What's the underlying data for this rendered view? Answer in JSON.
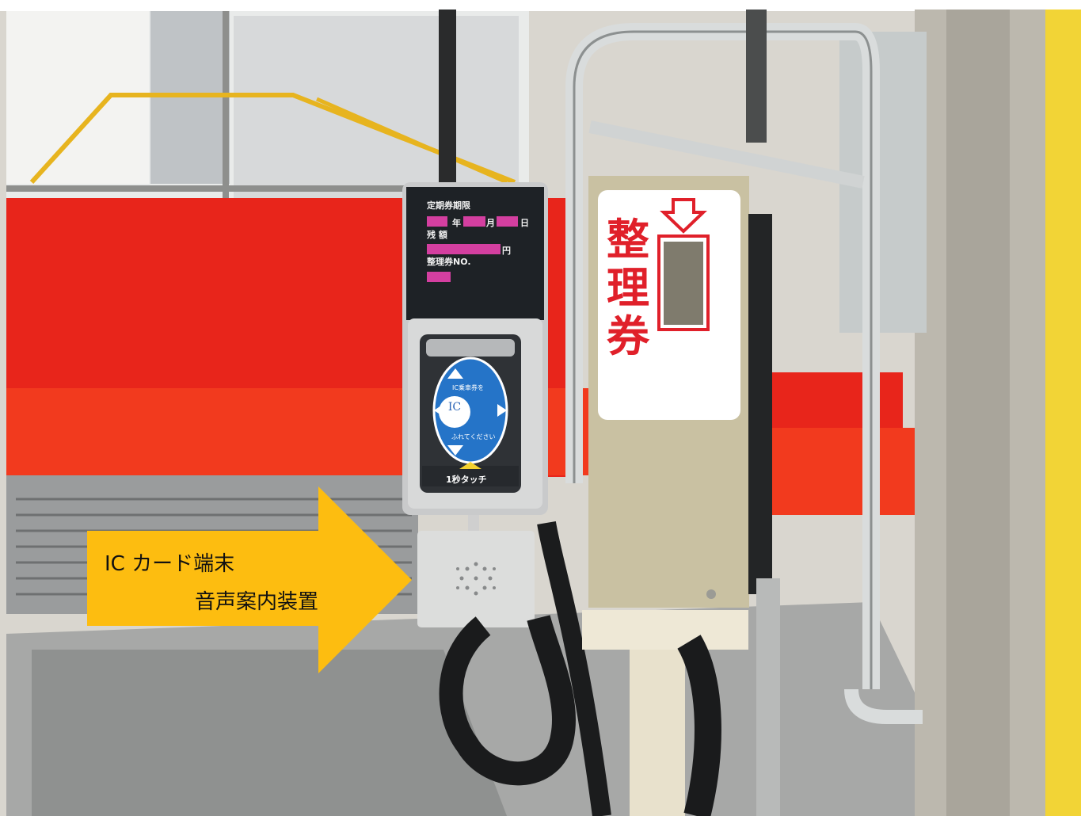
{
  "terminal": {
    "display": {
      "expiry_label": "定期券期限",
      "year_unit": "年",
      "month_unit": "月",
      "day_unit": "日",
      "balance_label": "残 額",
      "yen_unit": "円",
      "ticket_no_label": "整理券NO."
    },
    "pad": {
      "top_text": "IC乗車券を",
      "center_text": "IC",
      "bottom_text": "ふれてください",
      "touch_text": "1秒タッチ"
    }
  },
  "ticket_machine": {
    "label_chars": [
      "整",
      "理",
      "券"
    ]
  },
  "callout": {
    "line1": "IC カード端末",
    "line2": "音声案内装置"
  },
  "colors": {
    "seat_red": "#e8251b",
    "arrow_yellow": "#fdbd10",
    "pad_blue": "#2574c8",
    "label_red": "#e0202a",
    "machine_beige": "#c9c1a2"
  }
}
